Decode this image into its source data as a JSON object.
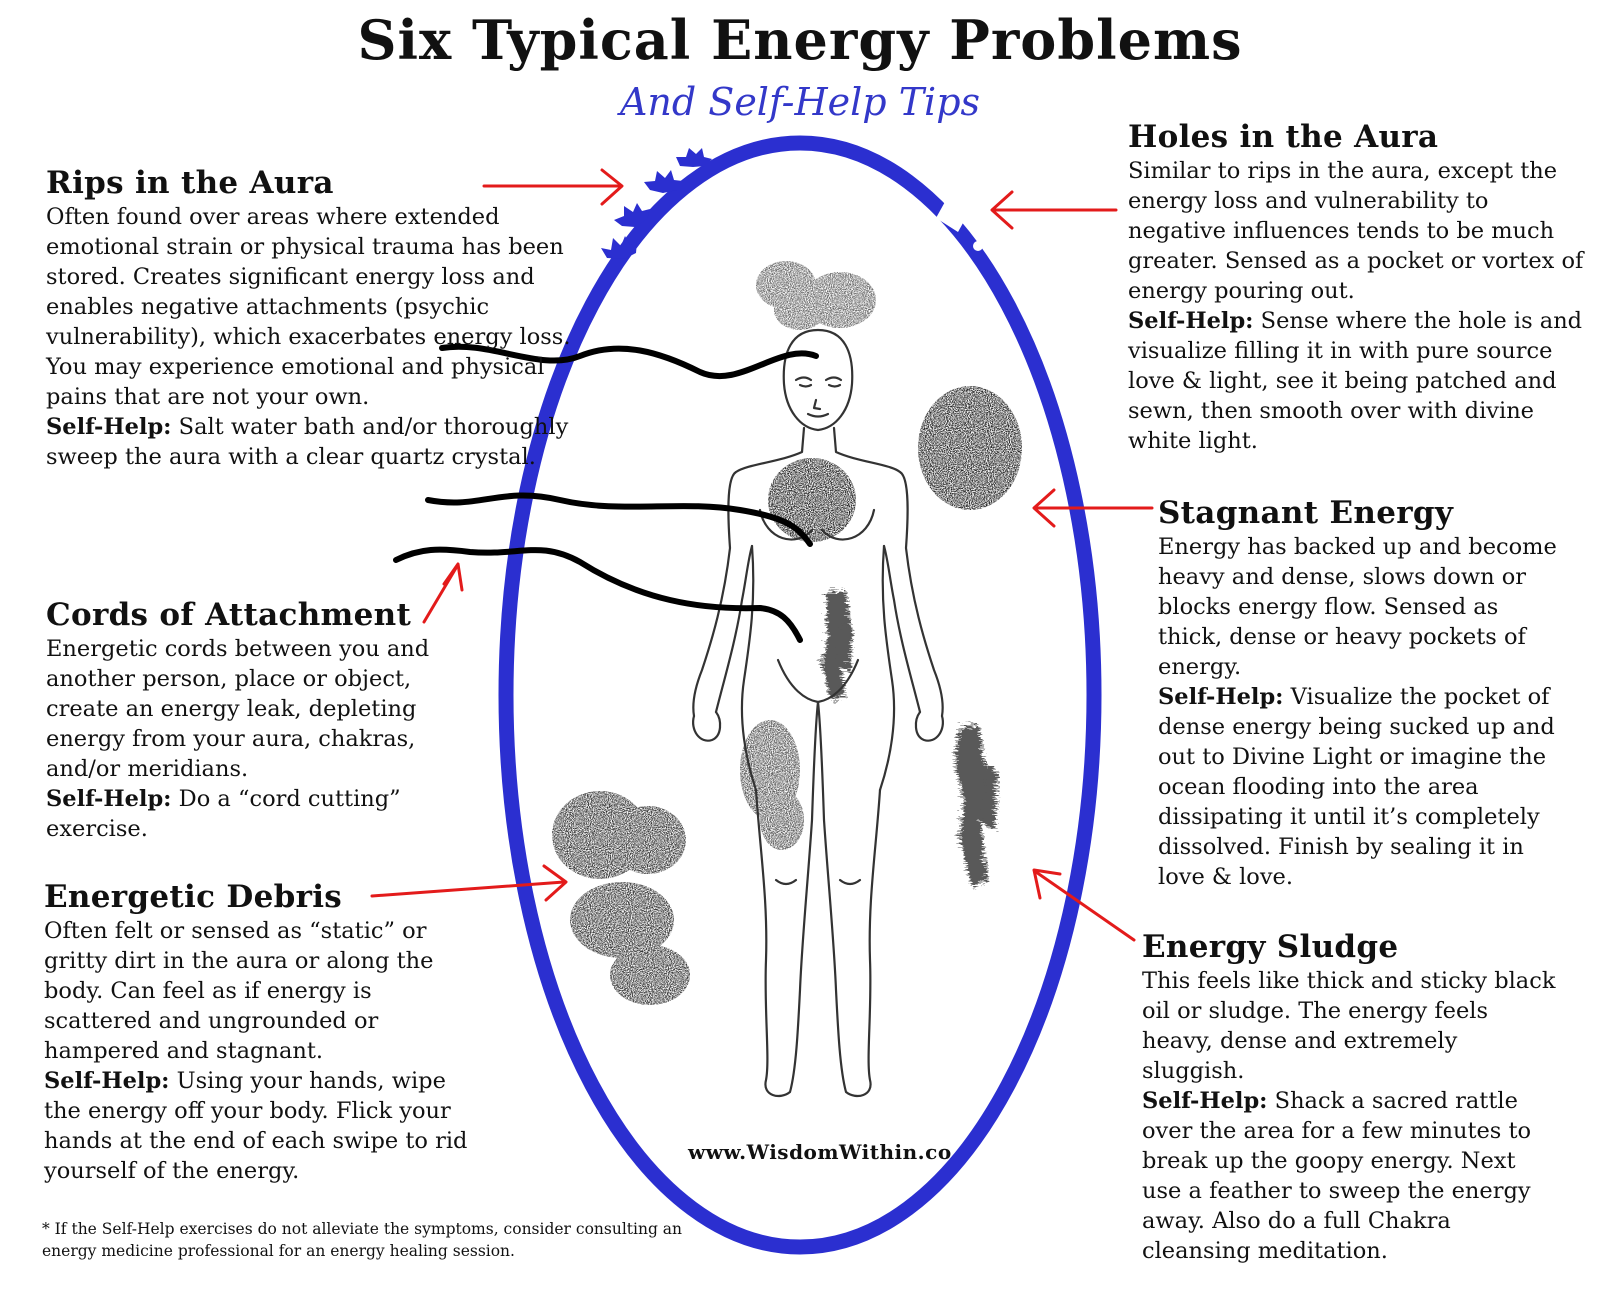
{
  "title": "Six Typical Energy Problems",
  "subtitle": "And Self-Help Tips",
  "colors": {
    "aura": "#2b2fd0",
    "arrow": "#e31b1b",
    "cord": "#000000"
  },
  "sections": {
    "rips": {
      "title": "Rips in the Aura",
      "body": "Often found over areas where extended emotional strain or physical trauma has been stored. Creates significant energy loss and enables negative attachments (psychic vulnerability), which exacerbates energy loss.  You may experience emotional and physical pains that are not your own.",
      "help_label": "Self-Help:",
      "help": "Salt water bath and/or thoroughly sweep the aura with a clear quartz crystal."
    },
    "cords": {
      "title": "Cords of Attachment",
      "body": "Energetic cords between you and another person, place or object, create an energy leak, depleting energy from your aura, chakras, and/or meridians.",
      "help_label": "Self-Help:",
      "help": "Do a “cord cutting” exercise."
    },
    "debris": {
      "title": "Energetic Debris",
      "body": "Often felt or sensed as “static” or gritty dirt in the aura or along the body. Can feel as if energy is scattered and ungrounded or hampered and stagnant.",
      "help_label": "Self-Help:",
      "help": "Using your hands, wipe the energy off your body. Flick your hands at the end of each swipe to rid yourself of the energy."
    },
    "holes": {
      "title": "Holes in the Aura",
      "body": "Similar to rips in the aura, except the energy loss and vulnerability to negative influences tends to be much greater. Sensed as a pocket or vortex of energy pouring out.",
      "help_label": "Self-Help:",
      "help": "Sense where the hole is and visualize filling it in with pure source love & light, see it being patched and sewn, then smooth over with divine white light."
    },
    "stagnant": {
      "title": "Stagnant Energy",
      "body": "Energy has backed up and become heavy and dense, slows down or blocks energy flow. Sensed as thick, dense or heavy pockets of energy.",
      "help_label": "Self-Help:",
      "help": "Visualize the pocket of dense energy being sucked up and out to Divine Light or imagine the ocean flooding into the area dissipating it until it’s completely dissolved. Finish by sealing it in love & love."
    },
    "sludge": {
      "title": "Energy Sludge",
      "body": "This feels like thick and sticky black oil or sludge. The energy feels heavy, dense and extremely sluggish.",
      "help_label": "Self-Help:",
      "help": "Shack a sacred rattle over the area for a few minutes to break up the goopy energy. Next use a feather to sweep the energy away. Also do a full Chakra cleansing meditation."
    }
  },
  "website": "www.WisdomWithin.co",
  "footnote": "* If the Self-Help exercises do not alleviate the symptoms, consider consulting an energy medicine professional for an energy healing session."
}
